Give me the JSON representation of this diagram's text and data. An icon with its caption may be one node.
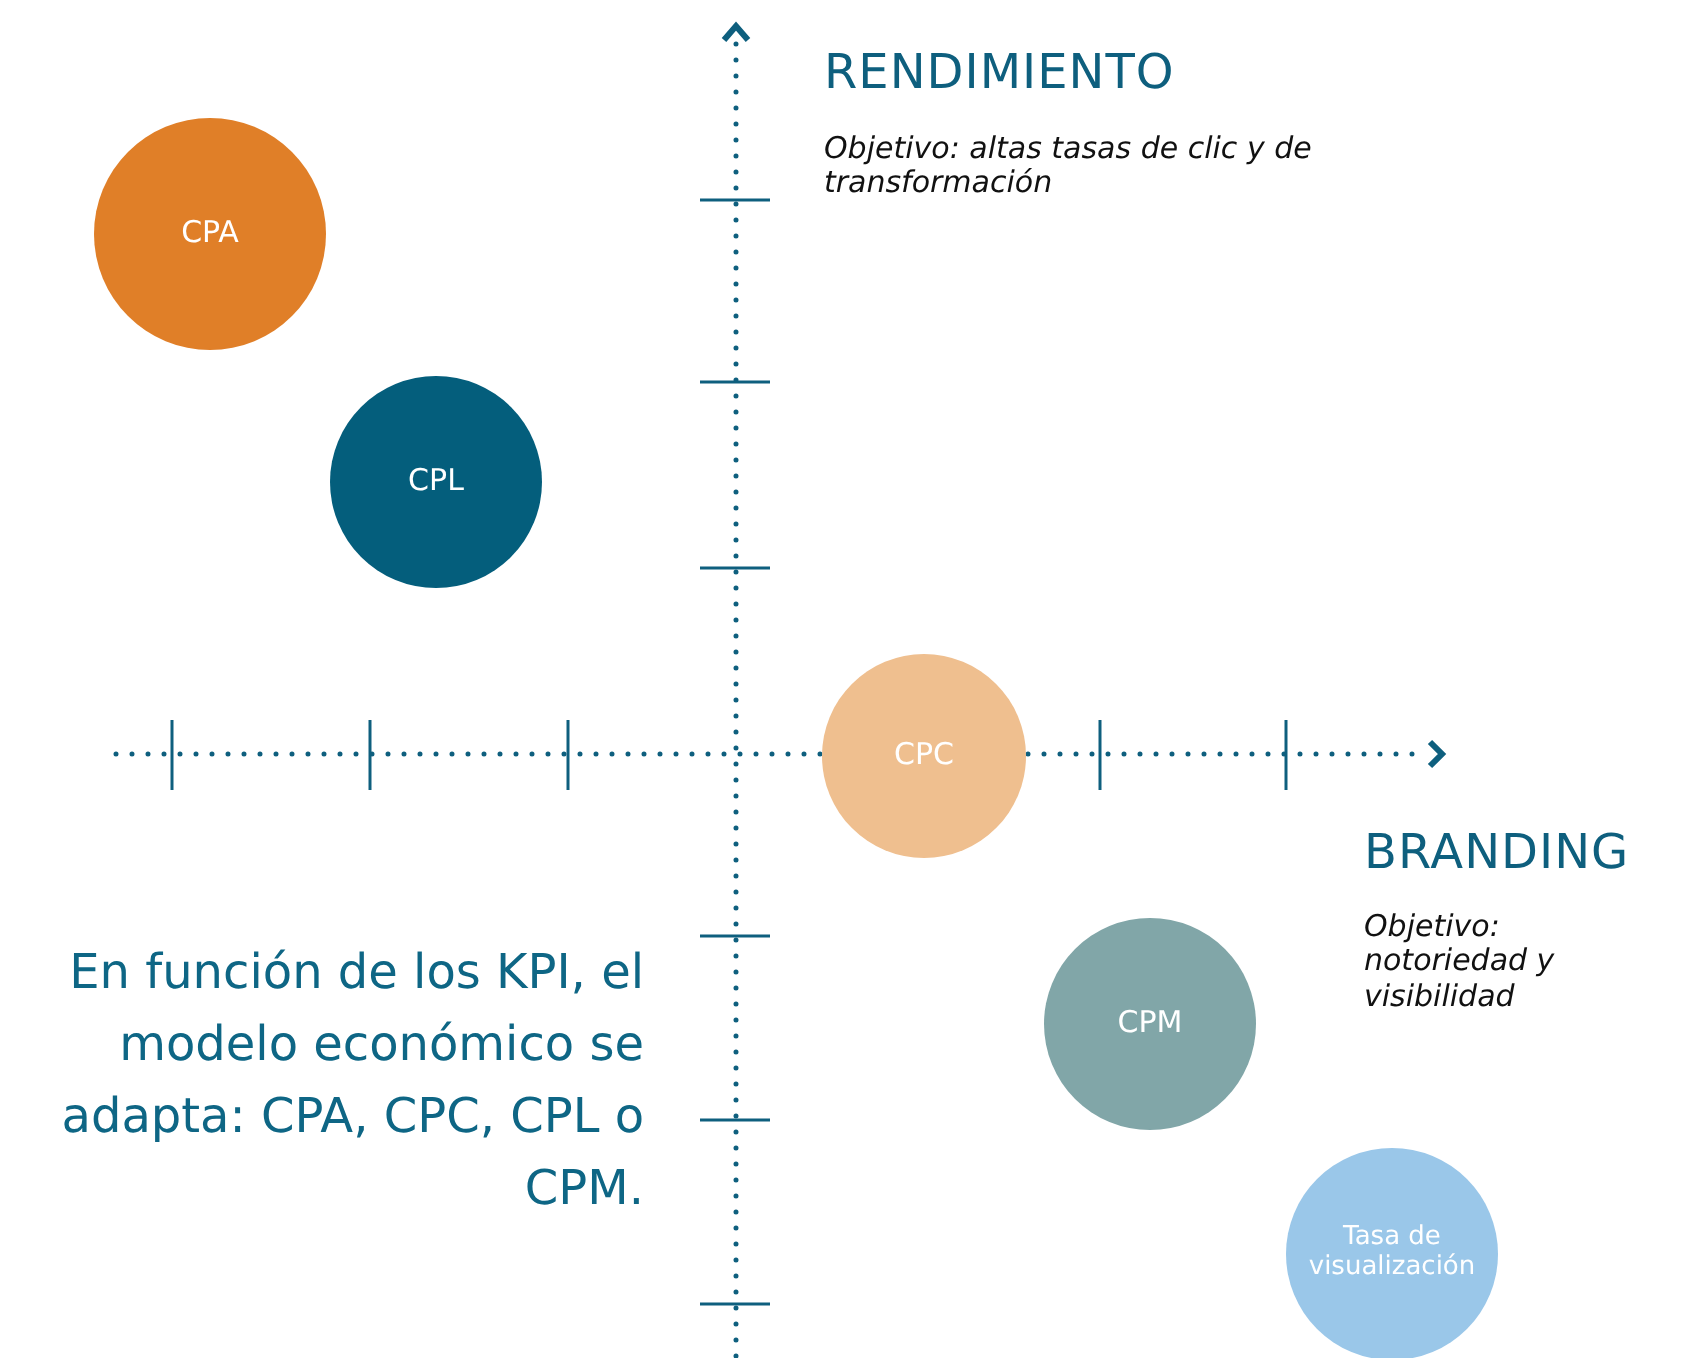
{
  "diagram": {
    "nodes": [
      {
        "text": [
          "CPA"
        ]
      },
      {
        "text": [
          "CPL"
        ]
      },
      {
        "text": [
          "CPC"
        ]
      },
      {
        "text": [
          "CPM"
        ]
      },
      {
        "text": [
          "Tasa de visualización"
        ]
      }
    ],
    "edges": [],
    "labels": [
      "RENDIMIENTO",
      "Objetivo: altas tasas de clic y de transformación",
      "BRANDING",
      "Objetivo: notoriedad y visibilidad",
      "En función de los KPI, el modelo económico se adapta: CPA, CPC, CPL o CPM."
    ]
  }
}
